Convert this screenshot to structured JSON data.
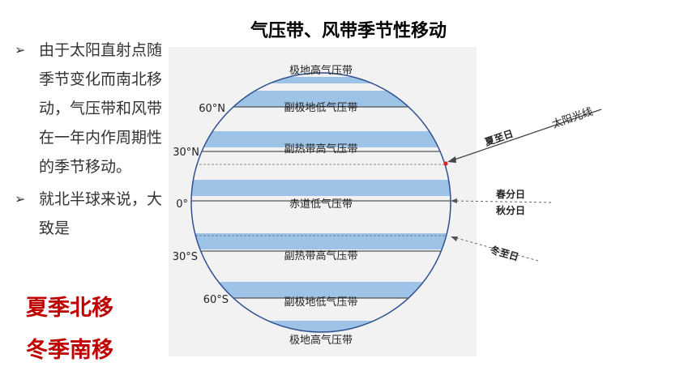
{
  "title": "气压带、风带季节性移动",
  "bullets": [
    {
      "mark": "➢",
      "text": "由于太阳直射点随季节变化而南北移动，气压带和风带在一年内作周期性的季节移动。"
    },
    {
      "mark": "➢",
      "text": "就北半球来说，大致是"
    }
  ],
  "highlights": [
    "夏季北移",
    "冬季南移"
  ],
  "latitude_labels": [
    "60°N",
    "30°N",
    "0°",
    "30°S",
    "60°S"
  ],
  "belt_labels": [
    "极地高气压带",
    "副极地低气压带",
    "副热带高气压带",
    "赤道低气压带",
    "副热带高气压带",
    "副极地低气压带",
    "极地高气压带"
  ],
  "sun_labels": {
    "sunlight": "太阳光线",
    "summer": "夏至日",
    "equinox_spring": "春分日",
    "equinox_autumn": "秋分日",
    "winter": "冬至日"
  },
  "colors": {
    "belt_fill": "#9dc3e6",
    "globe_stroke": "#2f4f8f",
    "highlight": "#c00000",
    "sun_point": "#e02020"
  }
}
